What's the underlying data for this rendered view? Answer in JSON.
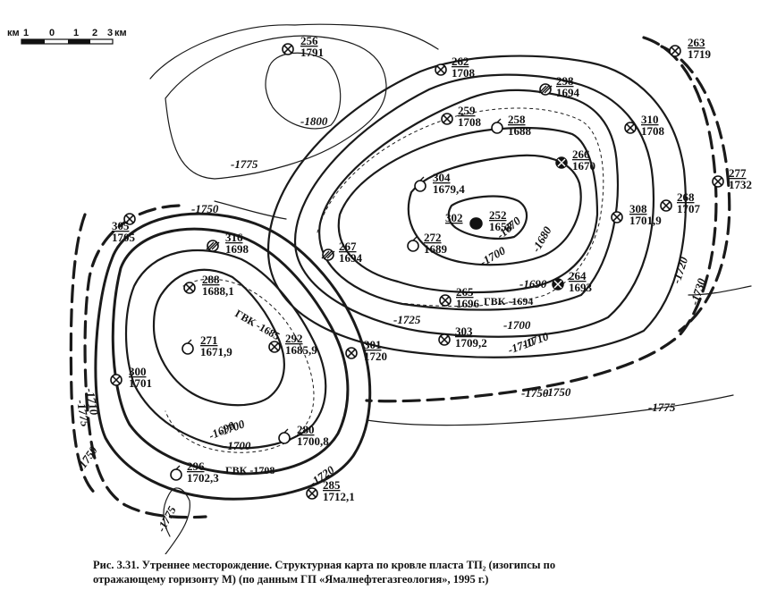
{
  "scale": {
    "unit_left": "км",
    "ticks": [
      "1",
      "0",
      "1",
      "2",
      "3"
    ],
    "unit_right": "км"
  },
  "contour_labels": [
    "-1800",
    "-1775",
    "-1750",
    "-1775",
    "-1775",
    "-1775",
    "-1750",
    "-1750",
    "-1720",
    "-1730",
    "-1710",
    "-1700",
    "-1690",
    "-1680",
    "-1670",
    "-1700",
    "-1725",
    "-1700",
    "-1710",
    "-1690",
    "-1700",
    "-1720",
    "-1710",
    "-1750"
  ],
  "gwc_labels": [
    "ГВК -1694",
    "ГВК -1685",
    "ГВК -1708"
  ],
  "wells": [
    {
      "num": "256",
      "value": "1791",
      "symbol": "crossed"
    },
    {
      "num": "262",
      "value": "1708",
      "symbol": "crossed"
    },
    {
      "num": "298",
      "value": "1694",
      "symbol": "hatched"
    },
    {
      "num": "263",
      "value": "1719",
      "symbol": "crossed"
    },
    {
      "num": "259",
      "value": "1708",
      "symbol": "crossed"
    },
    {
      "num": "258",
      "value": "1688",
      "symbol": "open"
    },
    {
      "num": "310",
      "value": "1708",
      "symbol": "crossed"
    },
    {
      "num": "266",
      "value": "1670",
      "symbol": "solid-crossed"
    },
    {
      "num": "277",
      "value": "1732",
      "symbol": "crossed"
    },
    {
      "num": "304",
      "value": "1679,4",
      "symbol": "open"
    },
    {
      "num": "252",
      "value": "1658",
      "symbol": "solid"
    },
    {
      "num": "302",
      "value": "",
      "symbol": "solid"
    },
    {
      "num": "308",
      "value": "1701,9",
      "symbol": "crossed"
    },
    {
      "num": "268",
      "value": "1707",
      "symbol": "crossed"
    },
    {
      "num": "305",
      "value": "1705",
      "symbol": "crossed"
    },
    {
      "num": "316",
      "value": "1698",
      "symbol": "hatched"
    },
    {
      "num": "267",
      "value": "1694",
      "symbol": "hatched"
    },
    {
      "num": "272",
      "value": "1689",
      "symbol": "open"
    },
    {
      "num": "264",
      "value": "1693",
      "symbol": "solid-crossed"
    },
    {
      "num": "288",
      "value": "1688,1",
      "symbol": "crossed"
    },
    {
      "num": "265",
      "value": "1696",
      "symbol": "crossed"
    },
    {
      "num": "303",
      "value": "1709,2",
      "symbol": "crossed"
    },
    {
      "num": "271",
      "value": "1671,9",
      "symbol": "open"
    },
    {
      "num": "292",
      "value": "1685,9",
      "symbol": "crossed"
    },
    {
      "num": "301",
      "value": "1720",
      "symbol": "crossed"
    },
    {
      "num": "300",
      "value": "1701",
      "symbol": "crossed"
    },
    {
      "num": "280",
      "value": "1700,8",
      "symbol": "open"
    },
    {
      "num": "296",
      "value": "1702,3",
      "symbol": "open"
    },
    {
      "num": "285",
      "value": "1712,1",
      "symbol": "crossed"
    }
  ],
  "caption": {
    "line1": "Рис. 3.31. Утреннее месторождение. Структурная карта по кровле пласта ТП₂ (изогипсы по",
    "line2": "отражающему горизонту М) (по данным ГП «Ямалнефтегазгеология», 1995 г.)"
  }
}
